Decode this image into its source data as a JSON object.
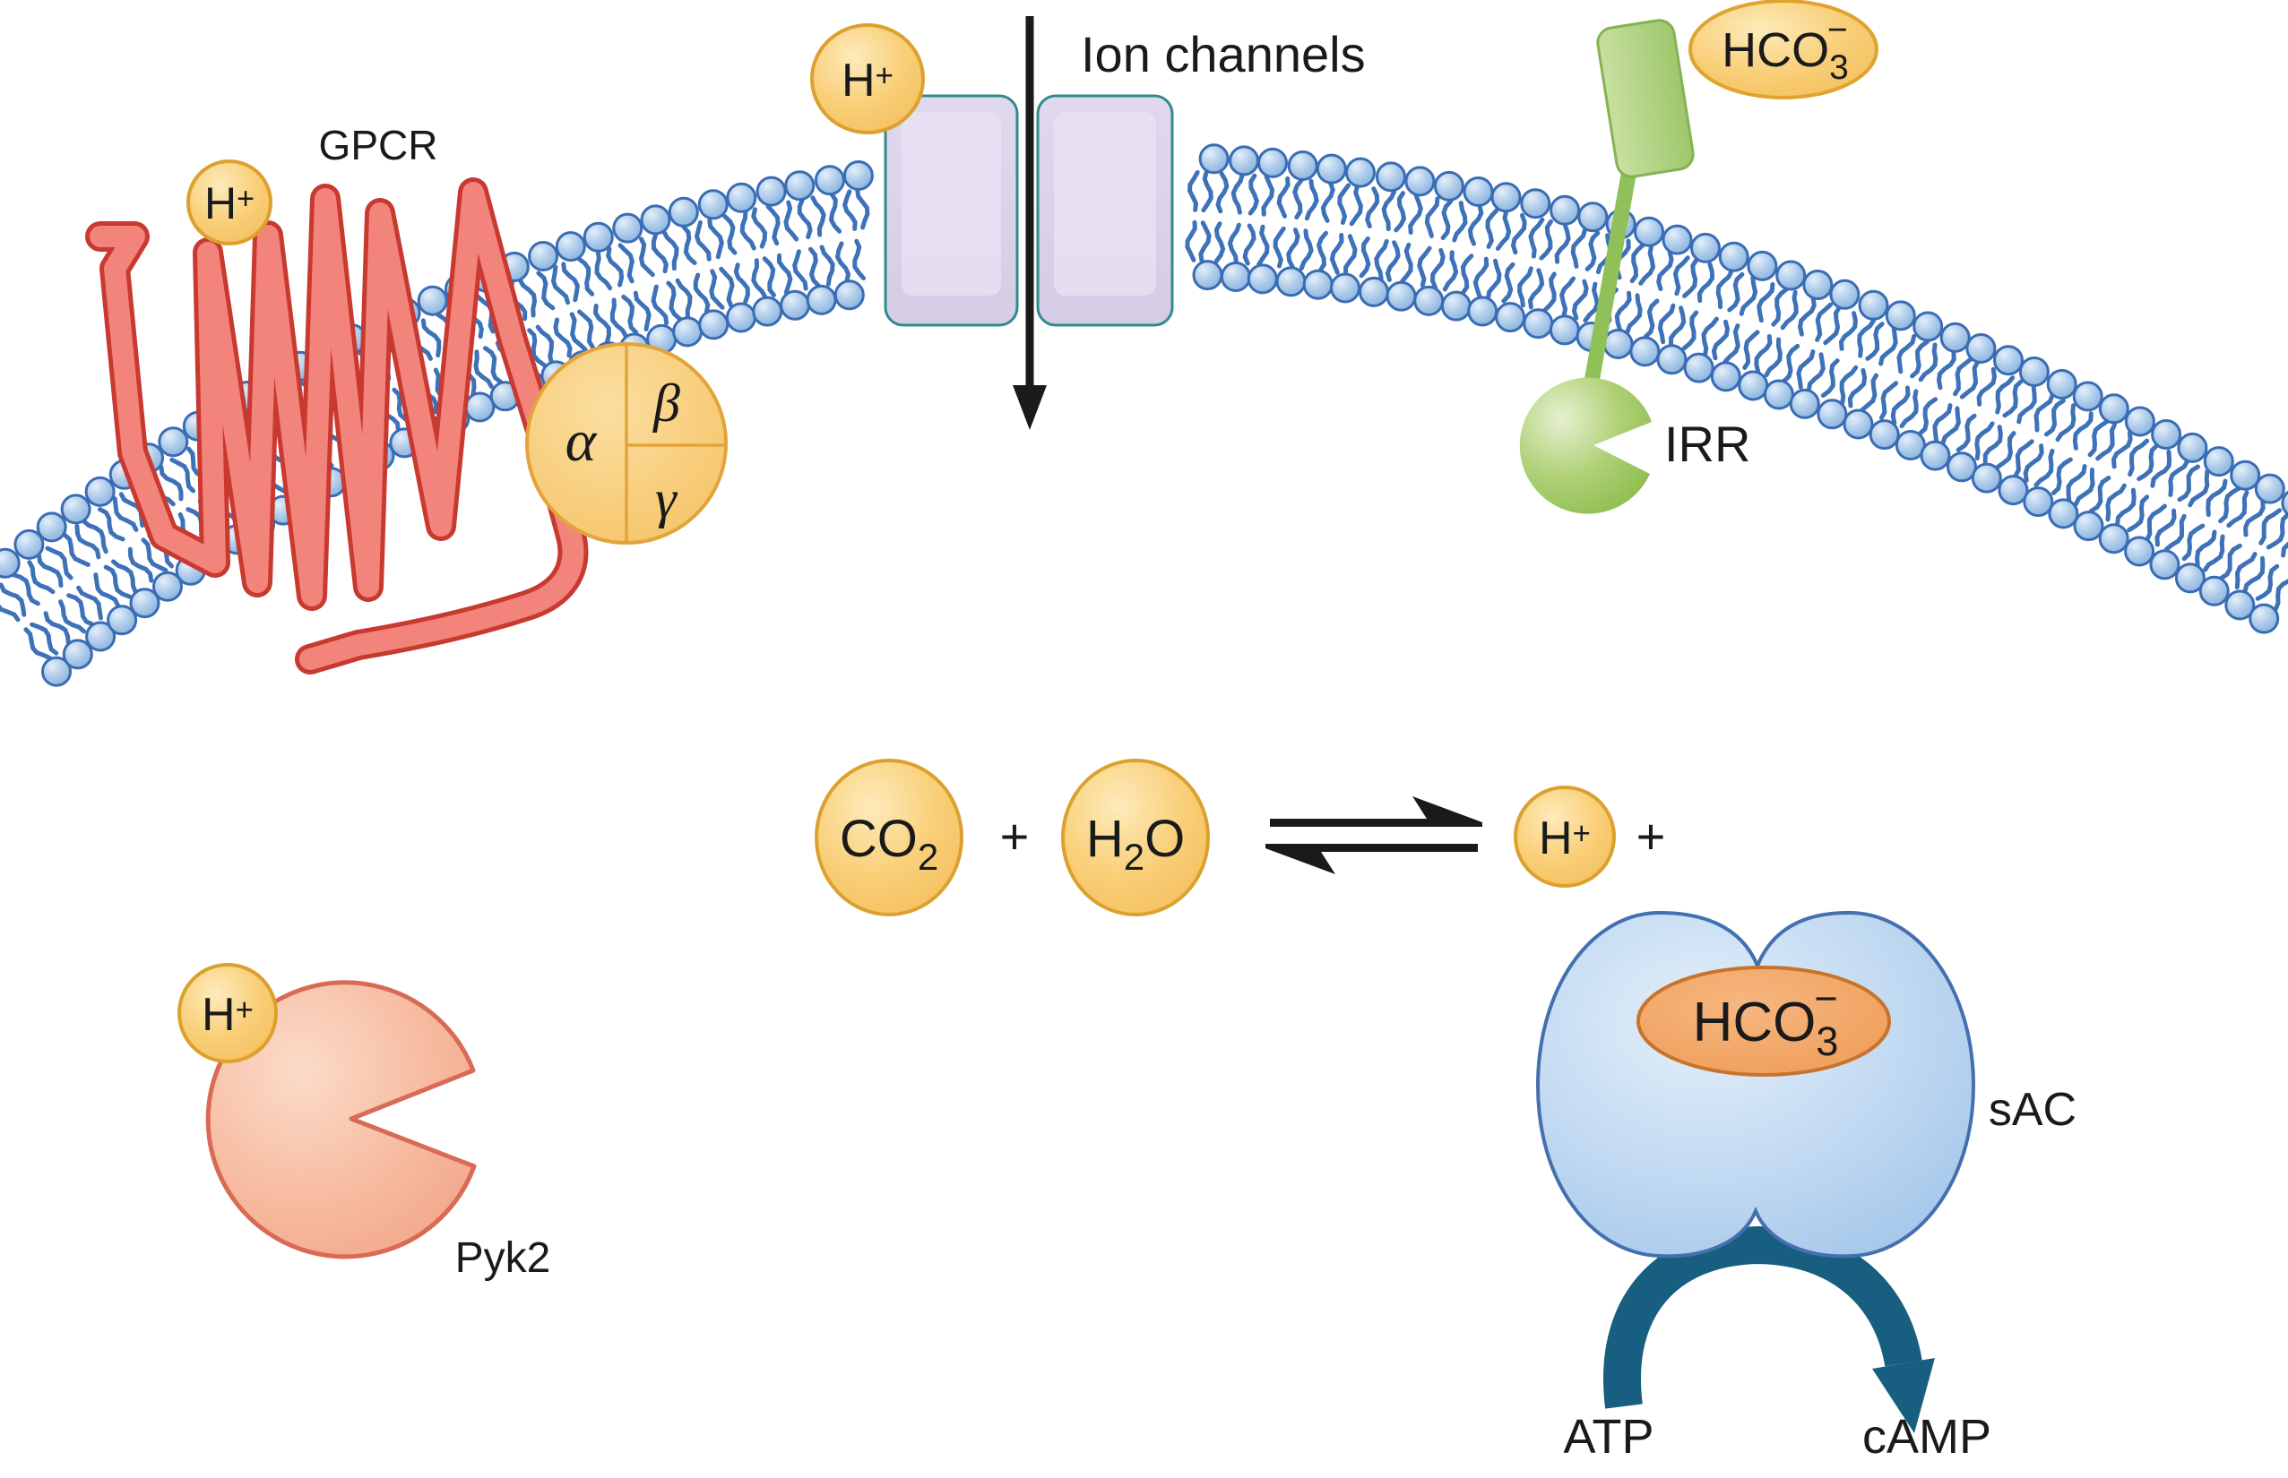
{
  "figure": {
    "description": "Cell membrane signaling diagram: proton and bicarbonate sensing",
    "background": "#FFFFFF"
  },
  "labels": {
    "gpcr": "GPCR",
    "ion_channels": "Ion channels",
    "irr": "IRR",
    "pyk2": "Pyk2",
    "sac": "sAC",
    "atp": "ATP",
    "camp": "cAMP"
  },
  "gprotein_subunits": {
    "alpha": "α",
    "beta": "β",
    "gamma": "γ"
  },
  "molecules": {
    "proton": {
      "base": "H",
      "sup": "+"
    },
    "co2": {
      "base": "CO",
      "sub": "2"
    },
    "h2o": {
      "base": "H",
      "sub": "2",
      "tail": "O"
    },
    "bicarbonate": {
      "base": "HCO",
      "sub": "3",
      "sup": "−"
    }
  },
  "reaction": {
    "left_side": [
      "CO2",
      "H2O"
    ],
    "operator": "+",
    "equilibrium": "⇌",
    "right_side": [
      "H+",
      "HCO3− (bound in sAC)"
    ],
    "products_arrow": "ATP → cAMP"
  },
  "colors": {
    "membrane_head_fill": "#9FC0E4",
    "membrane_head_stroke": "#3A6CB4",
    "membrane_tail": "#3E72B8",
    "channel_fill": "#DCD4E9",
    "channel_stroke": "#2E8C8C",
    "gpcr_ribbon_fill": "#F2847B",
    "gpcr_ribbon_outline": "#C8392F",
    "ligand_yellow": "#F8C868",
    "ligand_yellow_stroke": "#DCA02F",
    "gprotein_fill": "#F8CD7E",
    "gprotein_stroke": "#E3A33B",
    "irr_green": "#93C153",
    "irr_rect_stroke": "#85B254",
    "sac_blue_fill": "#B9D4EF",
    "sac_blue_stroke": "#4470B0",
    "sac_bicarbonate_fill": "#F2A468",
    "sac_bicarbonate_stroke": "#C8732A",
    "teal_arrow": "#175E80",
    "black_arrow": "#1A1A1A",
    "text": "#1A1A1A"
  }
}
